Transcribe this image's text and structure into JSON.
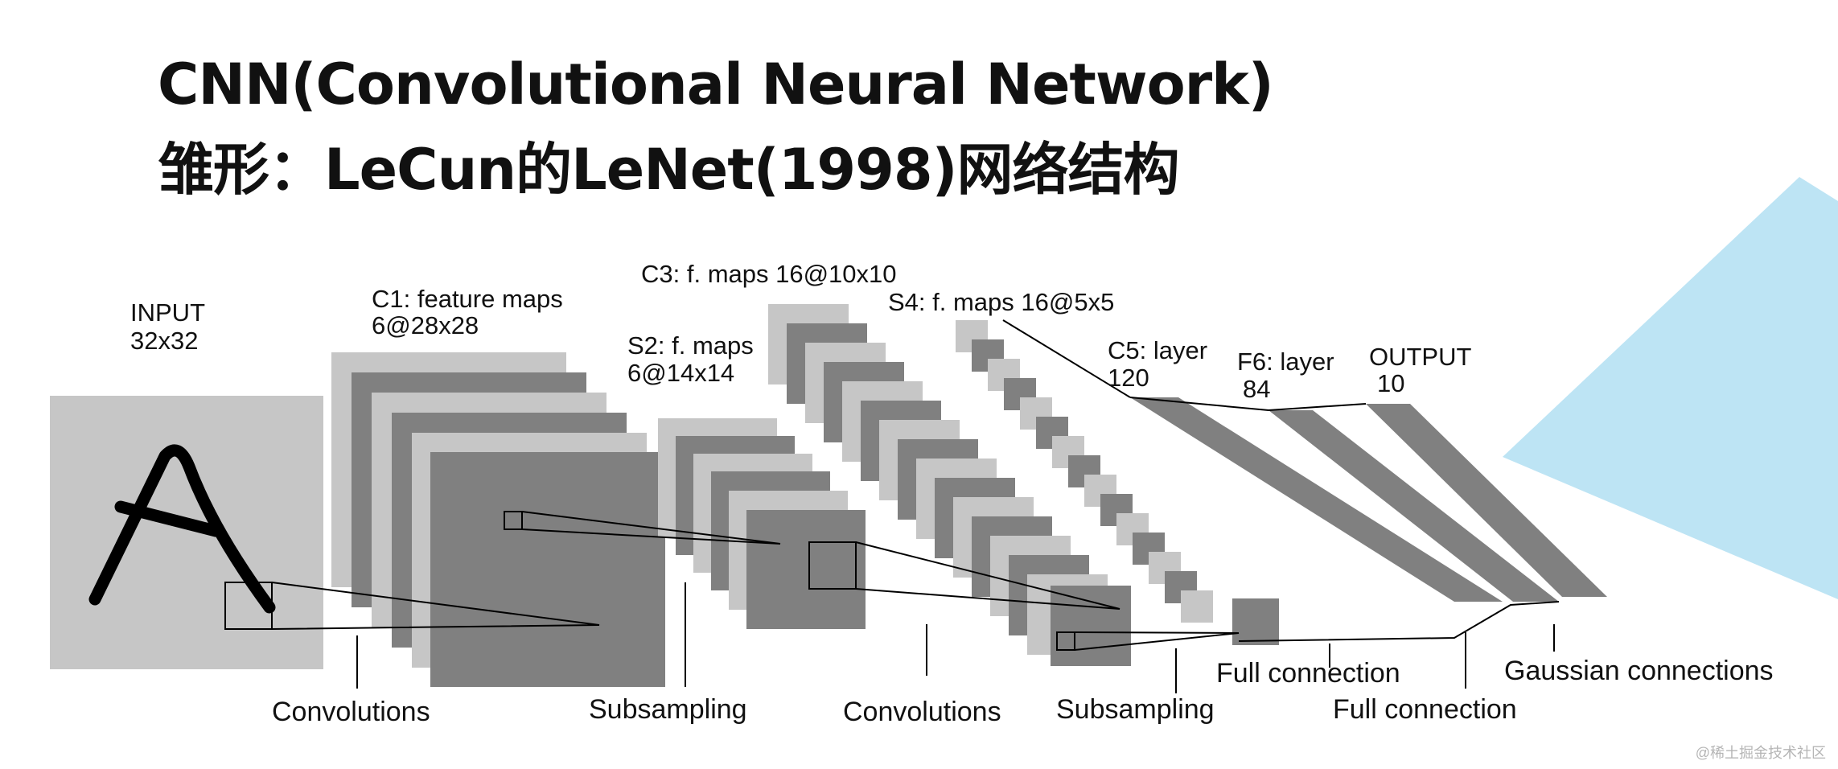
{
  "title": {
    "line1": "CNN(Convolutional Neural Network)",
    "line2": "雏形：LeCun的LeNet(1998)网络结构"
  },
  "diagram": {
    "layers": {
      "input": {
        "name": "INPUT",
        "size": "32x32"
      },
      "c1": {
        "name": "C1: feature maps",
        "size": "6@28x28"
      },
      "s2": {
        "name": "S2: f. maps",
        "size": "6@14x14"
      },
      "c3": {
        "name": "C3: f. maps 16@10x10"
      },
      "s4": {
        "name": "S4: f. maps 16@5x5"
      },
      "c5": {
        "name": "C5: layer",
        "size": "120"
      },
      "f6": {
        "name": "F6: layer",
        "size": "84"
      },
      "output": {
        "name": "OUTPUT",
        "size": "10"
      }
    },
    "operations": {
      "convolutions_1": "Convolutions",
      "subsampling_1": "Subsampling",
      "convolutions_2": "Convolutions",
      "subsampling_2": "Subsampling",
      "full_connection_1": "Full connection",
      "full_connection_2": "Full connection",
      "gaussian": "Gaussian connections"
    },
    "colors": {
      "light_gray": "#c6c6c6",
      "dark_gray": "#808080",
      "line": "#000000",
      "triangle": "#bde4f4"
    }
  },
  "watermark": "@稀土掘金技术社区"
}
